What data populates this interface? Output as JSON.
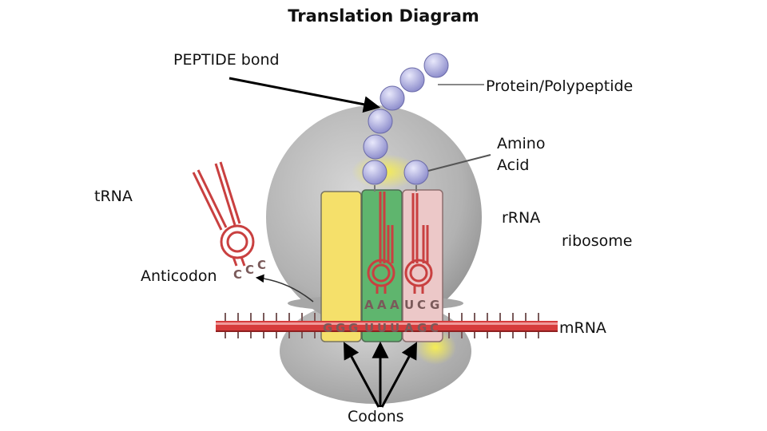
{
  "title": "Translation Diagram",
  "labels": {
    "peptide_bond": "PEPTIDE bond",
    "protein": "Protein/Polypeptide",
    "amino": "Amino",
    "acid": "Acid",
    "trna": "tRNA",
    "rrna": "rRNA",
    "ribosome": "ribosome",
    "anticodon": "Anticodon",
    "mrna": "mRNA",
    "codons": "Codons"
  },
  "sequences": {
    "free_trna_anticodon": [
      "C",
      "C",
      "C"
    ],
    "trna_anticodons": [
      "A",
      "A",
      "A",
      "U",
      "C",
      "G"
    ],
    "mrna_codons": [
      "G",
      "G",
      "G",
      "U",
      "U",
      "U",
      "A",
      "G",
      "C"
    ]
  },
  "colors": {
    "ribosome": "#b7b7b7",
    "site_e": "#f5e06a",
    "site_p": "#5fb56e",
    "site_a": "#ecc8c8",
    "trna_strand": "#c94040",
    "mrna": "#d63c3c",
    "amino_acid": "#b5b5e8",
    "highlight": "#f2e64e"
  }
}
